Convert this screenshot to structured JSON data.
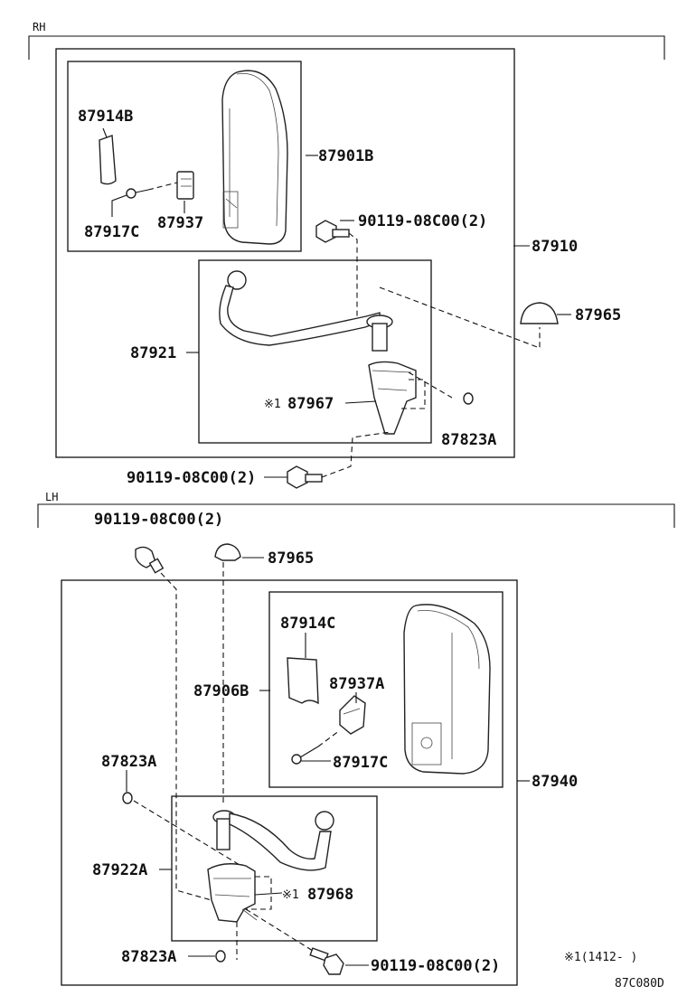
{
  "sections": {
    "rh": "RH",
    "lh": "LH"
  },
  "rh": {
    "mirror_assy": "87910",
    "mirror_outer": "87901B",
    "cover": "87914B",
    "screw": "87917C",
    "bracket": "87937",
    "bolt_top": "90119-08C00(2)",
    "stay": "87921",
    "cap": "87965",
    "sub_part": "87967",
    "washer": "87823A",
    "bolt_bottom": "90119-08C00(2)",
    "mark": "※1"
  },
  "lh": {
    "bolt_top": "90119-08C00(2)",
    "cap": "87965",
    "mirror_outer": "87906B",
    "cover": "87914C",
    "bracket": "87937A",
    "screw": "87917C",
    "mirror_assy": "87940",
    "washer_top": "87823A",
    "stay": "87922A",
    "sub_part": "87968",
    "washer_bottom": "87823A",
    "bolt_bottom": "90119-08C00(2)",
    "mark": "※1"
  },
  "footnote": "※1(1412-    )",
  "diagram_code": "87C080D"
}
